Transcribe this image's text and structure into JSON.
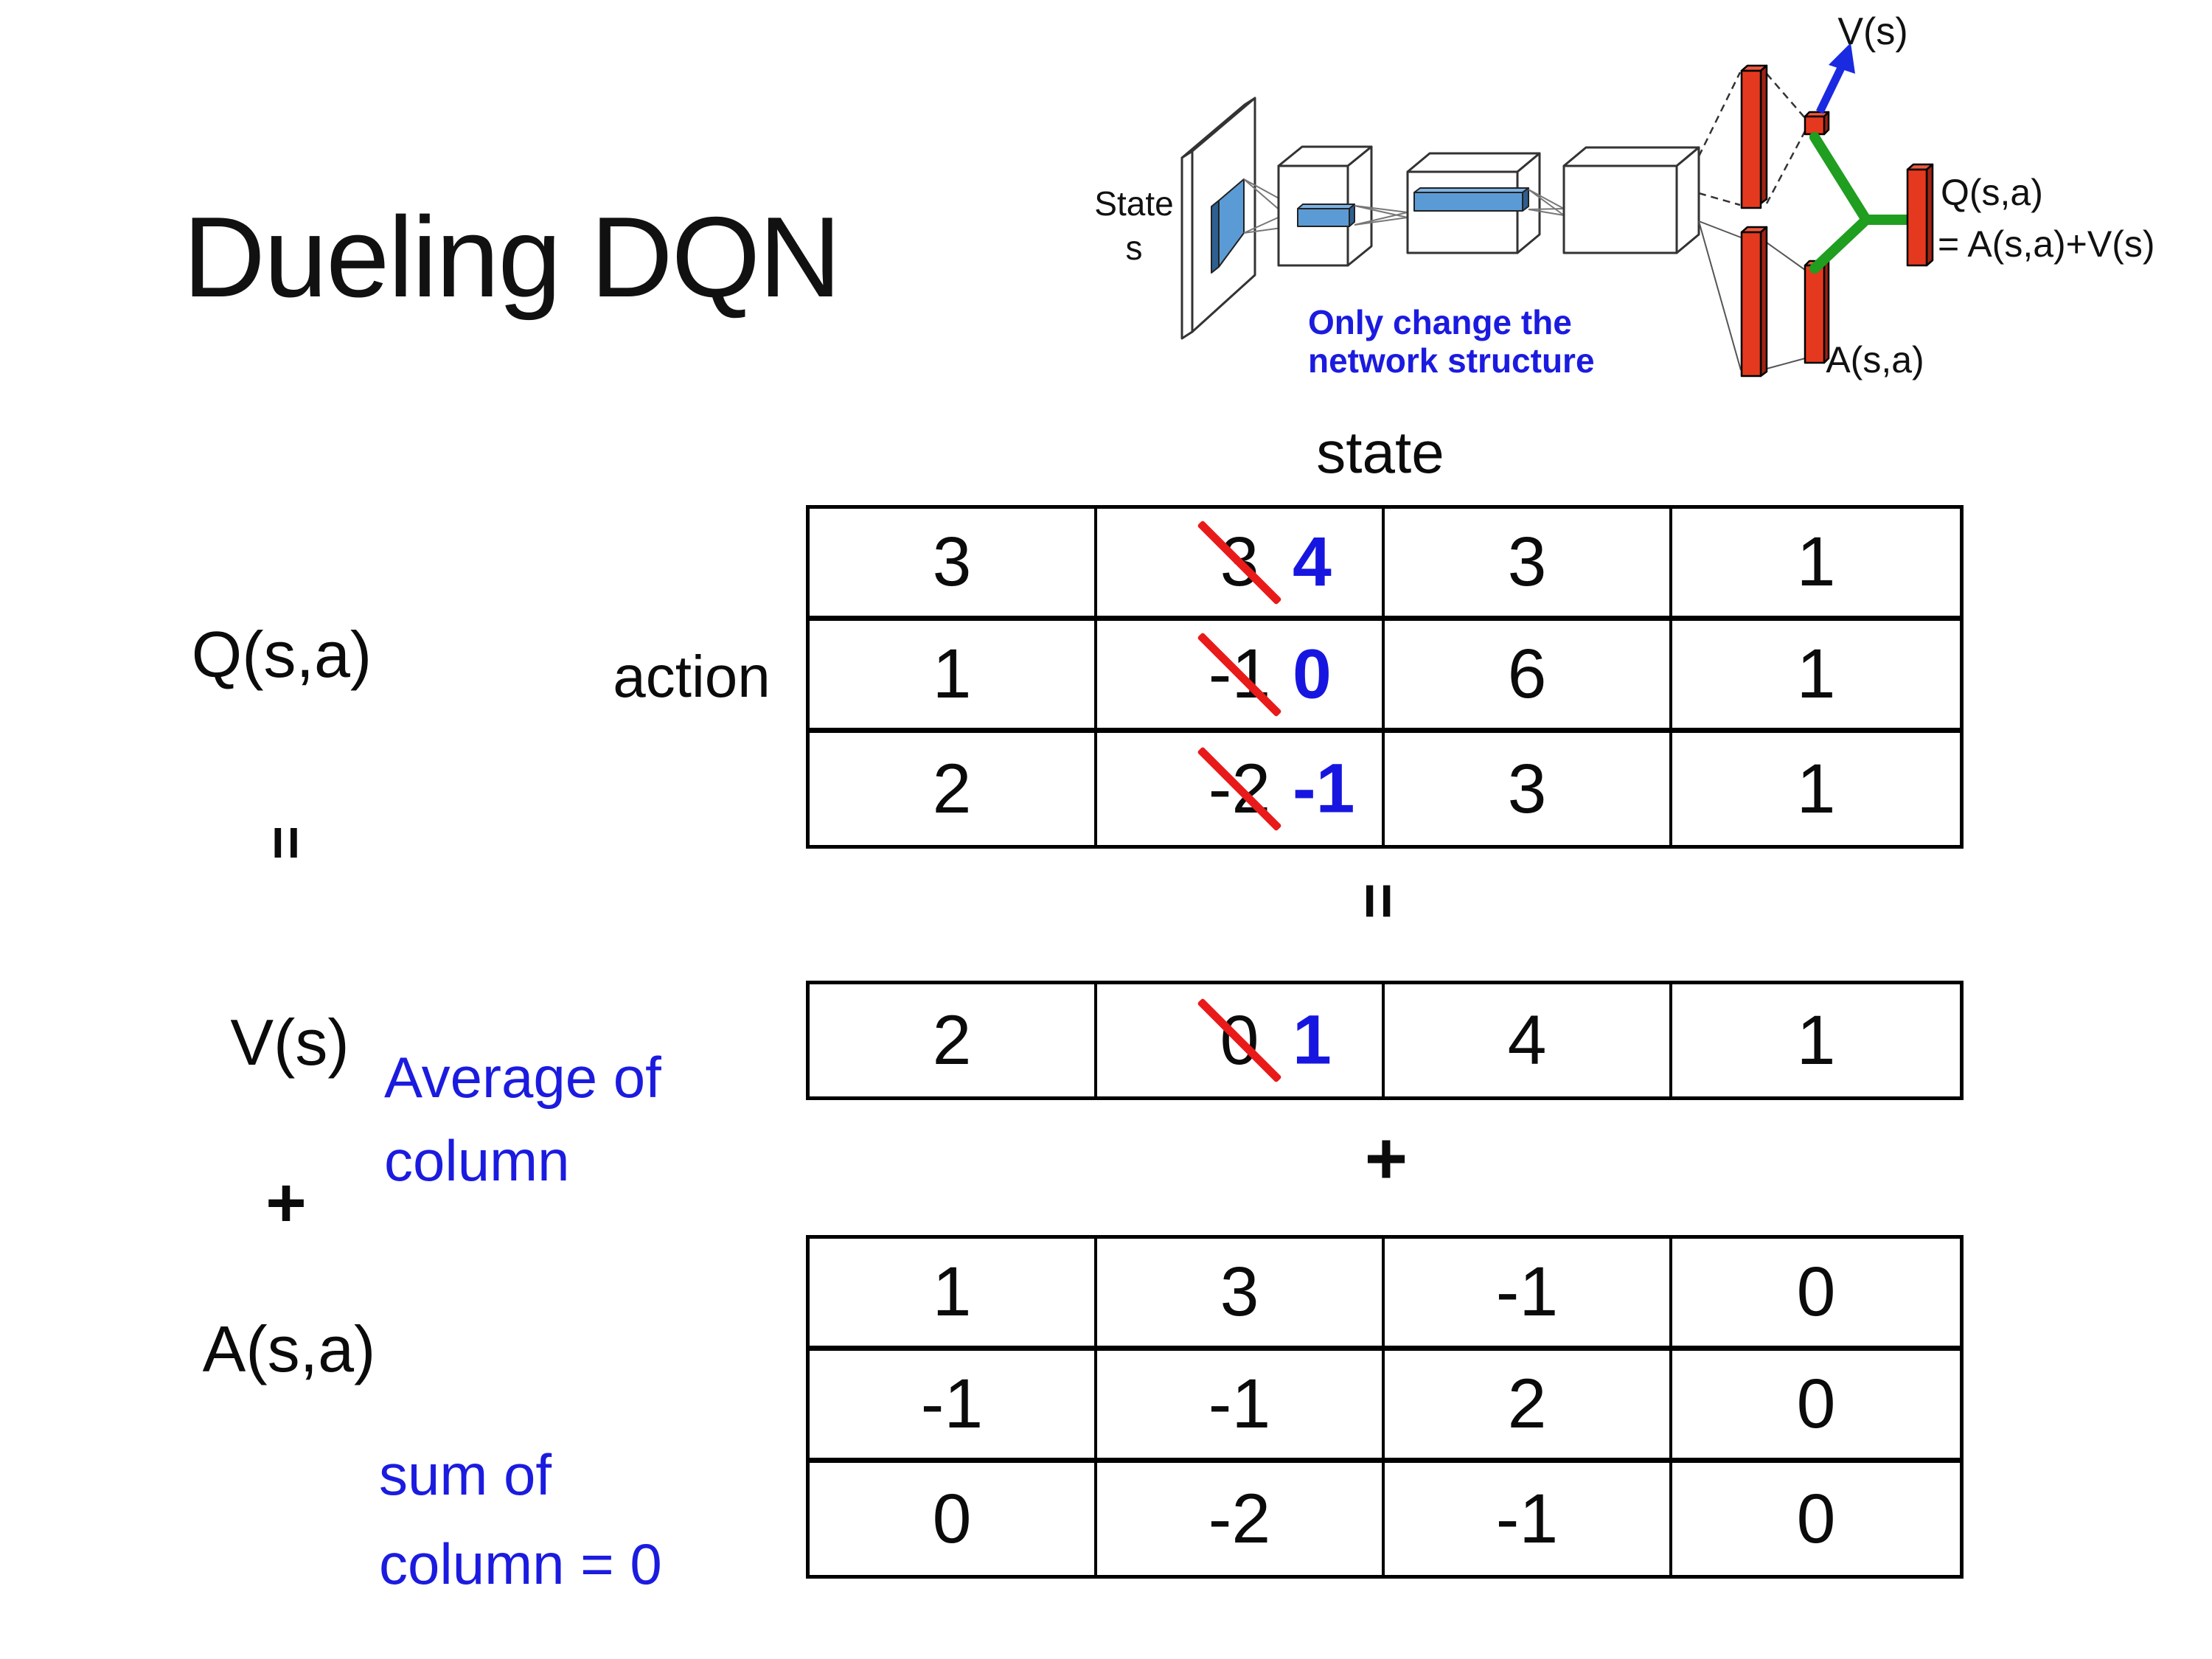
{
  "title": "Dueling DQN",
  "diagram": {
    "state_line1": "State",
    "state_line2": "s",
    "note_line1": "Only change the",
    "note_line2": "network structure",
    "v_out": "V(s)",
    "q_out_line1": "Q(s,a)",
    "q_out_line2": "= A(s,a)+V(s)",
    "a_out": "A(s,a)"
  },
  "labels": {
    "state": "state",
    "action": "action",
    "q": "Q(s,a)",
    "equals_left": "=",
    "v": "V(s)",
    "plus_left": "+",
    "a": "A(s,a)",
    "equals_mid": "=",
    "plus_mid": "+",
    "avg_line1": "Average of",
    "avg_line2": "column",
    "sum_line1": "sum of",
    "sum_line2": "column = 0"
  },
  "tables": {
    "q": {
      "rows": [
        [
          "3",
          {
            "old": "3",
            "new": "4"
          },
          "3",
          "1"
        ],
        [
          "1",
          {
            "old": "-1",
            "new": "0"
          },
          "6",
          "1"
        ],
        [
          "2",
          {
            "old": "-2",
            "new": "-1"
          },
          "3",
          "1"
        ]
      ]
    },
    "v": {
      "rows": [
        [
          "2",
          {
            "old": "0",
            "new": "1"
          },
          "4",
          "1"
        ]
      ]
    },
    "a": {
      "rows": [
        [
          "1",
          "3",
          "-1",
          "0"
        ],
        [
          "-1",
          "-1",
          "2",
          "0"
        ],
        [
          "0",
          "-2",
          "-1",
          "0"
        ]
      ]
    }
  },
  "colors": {
    "accent_blue": "#1b1be0",
    "number_blue": "#1716e0",
    "cross_red": "#e91a1a",
    "bar_red": "#e5391f",
    "link_green": "#1f9e1f",
    "conv_blue": "#5b9bd5"
  }
}
